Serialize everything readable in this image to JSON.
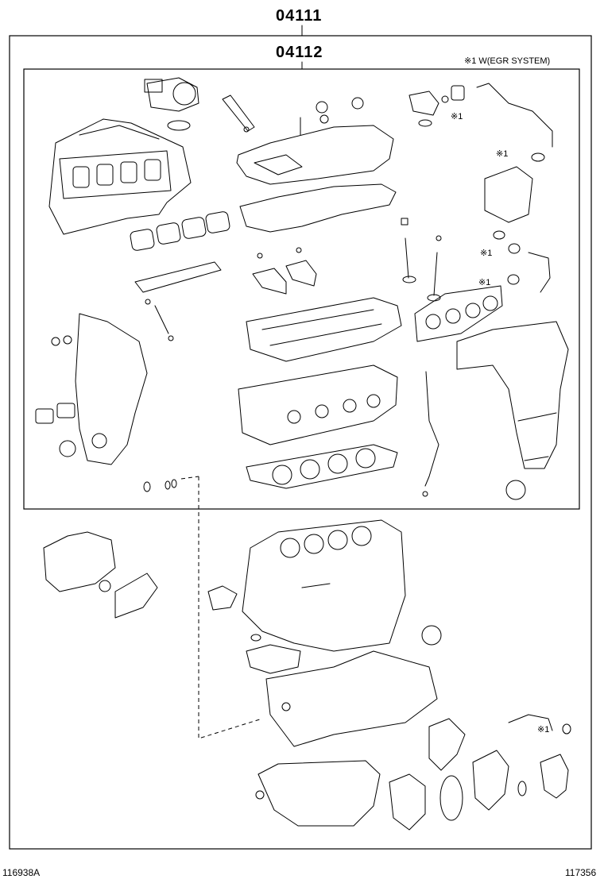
{
  "diagram": {
    "outer_part_number": "04111",
    "inner_part_number": "04112",
    "egr_note": "※1 W(EGR SYSTEM)",
    "callout_marker": "※1",
    "footer_left": "116938A",
    "footer_right": "117356"
  }
}
